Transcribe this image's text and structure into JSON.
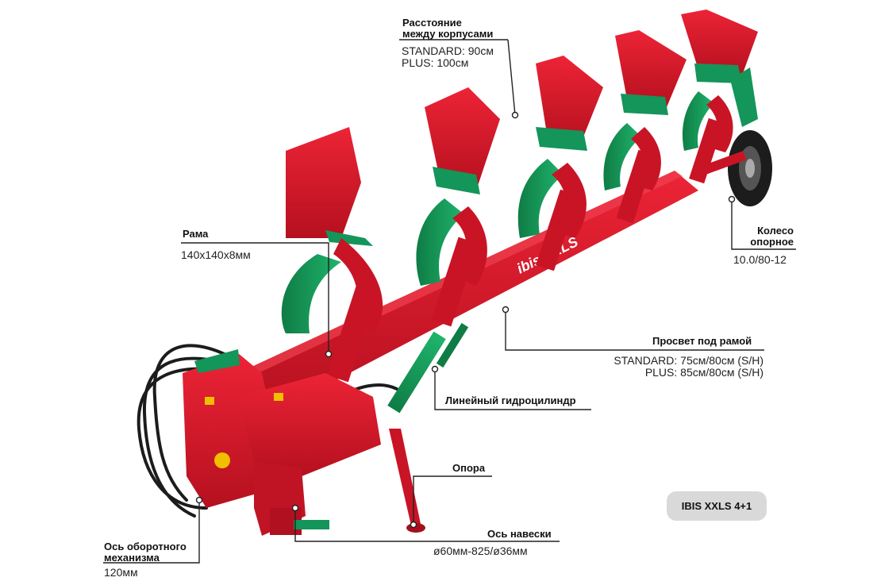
{
  "callouts": {
    "spacing": {
      "title_line1": "Расстояние",
      "title_line2": "между корпусами",
      "value_line1": "STANDARD: 90см",
      "value_line2": "PLUS: 100см"
    },
    "frame": {
      "title": "Рама",
      "value": "140x140x8мм"
    },
    "wheel": {
      "title_line1": "Колесо",
      "title_line2": "опорное",
      "value": "10.0/80-12"
    },
    "clearance": {
      "title": "Просвет под рамой",
      "value_line1": "STANDARD: 75см/80см (S/H)",
      "value_line2": "PLUS: 85см/80см (S/H)"
    },
    "cylinder": {
      "title": "Линейный гидроцилиндр"
    },
    "support": {
      "title": "Опора"
    },
    "hitch": {
      "title": "Ось навески",
      "value": "ø60мм-825/ø36мм"
    },
    "reversal": {
      "title_line1": "Ось оборотного",
      "title_line2": "механизма",
      "value": "120мм"
    }
  },
  "model_badge": "IBIS XXLS 4+1",
  "frame_branding": "ibis XXLS",
  "colors": {
    "frame_red": "#d8182a",
    "dark_red": "#a50f1c",
    "moldboard_green": "#14955a",
    "hose_black": "#1c1c1c",
    "leader_line": "#222222",
    "badge_gray": "#d9d9d9"
  }
}
